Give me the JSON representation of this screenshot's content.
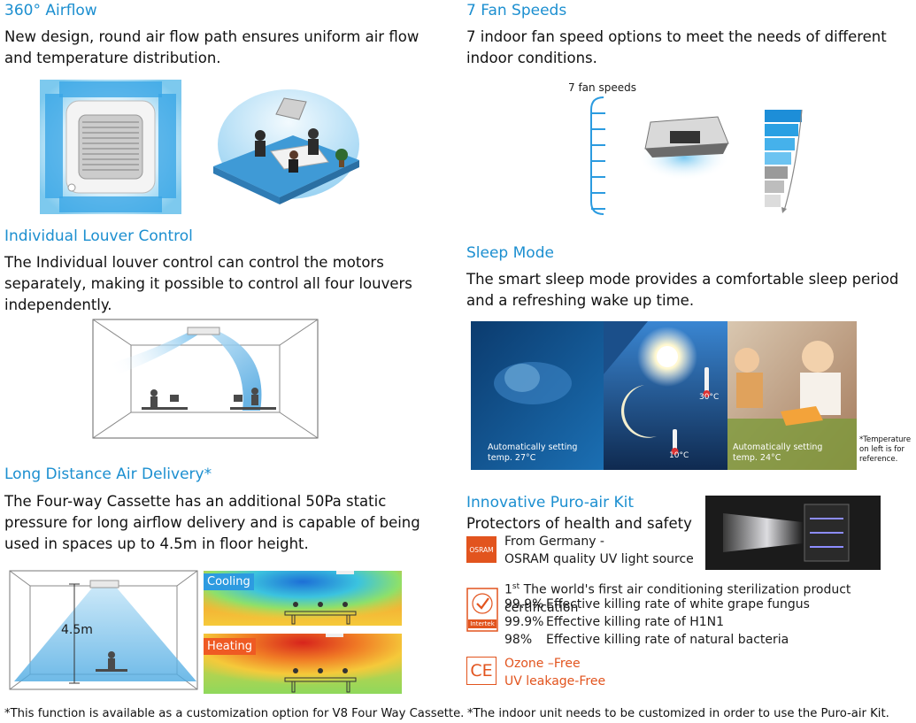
{
  "airflow": {
    "title": "360° Airflow",
    "text1": "New design, round air flow path ensures uniform air flow",
    "text2": "and temperature distribution."
  },
  "fanspeeds": {
    "title": "7 Fan Speeds",
    "text1": "7 indoor fan speed options to meet the needs of different",
    "text2": "indoor conditions.",
    "label": "7 fan speeds"
  },
  "louver": {
    "title": "Individual Louver Control",
    "text1": "The Individual louver control can control the motors",
    "text2": "separately, making it possible to control all four louvers",
    "text3": "independently."
  },
  "sleep": {
    "title": "Sleep Mode",
    "text1": "The smart sleep mode provides a comfortable sleep period",
    "text2": "and a refreshing wake up time.",
    "auto1a": "Automatically setting",
    "auto1b": "temp. 27°C",
    "auto2a": "Automatically setting",
    "auto2b": "temp. 24°C",
    "t30": "30°C",
    "t10": "10°C",
    "note1": "*Temperature",
    "note2": "on left is for",
    "note3": "reference."
  },
  "longdistance": {
    "title": "Long Distance Air Delivery*",
    "text1": "The Four-way Cassette has an additional 50Pa static",
    "text2": "pressure for long airflow delivery and is capable of being",
    "text3": "used in spaces up to 4.5m in floor height.",
    "height": "4.5m",
    "cooling": "Cooling",
    "heating": "Heating"
  },
  "puro": {
    "title": "Innovative Puro-air Kit",
    "subtitle": "Protectors of health and safety",
    "osram_logo": "OSRAM",
    "from1": "From Germany -",
    "from2": "OSRAM quality UV light source",
    "cert_sup": "st",
    "cert_num": "1",
    "cert": "The world's first air conditioning sterilization product certification",
    "r1p": "99.9%",
    "r1t": "Effective killing rate of white grape fungus",
    "r2p": "99.9%",
    "r2t": "Effective killing rate of H1N1",
    "r3p": "98%",
    "r3t": "Effective killing rate of natural bacteria",
    "intertek": "Intertek",
    "ce": "CE",
    "ozone": "Ozone –Free",
    "uv": "UV leakage-Free"
  },
  "footer": {
    "left": "*This function is available as a customization option for V8 Four Way Cassette.",
    "right": "*The indoor unit needs to be customized in order to use the Puro-air Kit."
  },
  "colors": {
    "heading": "#1c8fd0",
    "accent": "#e2541e",
    "cooling_tag": "#2d9be0",
    "heating_tag": "#ef5a23"
  }
}
